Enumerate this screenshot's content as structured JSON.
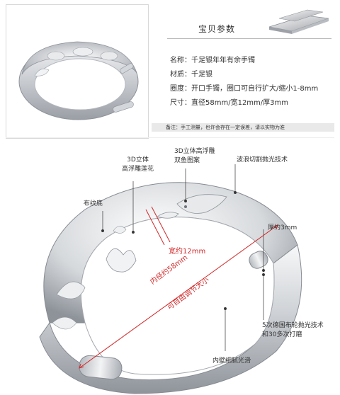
{
  "params": {
    "title": "宝贝参数",
    "specs": [
      {
        "label": "名称：",
        "value": "千足银年年有余手镯"
      },
      {
        "label": "材质：",
        "value": "千足银"
      },
      {
        "label": "圈度：",
        "value": "开口手镯，圈口可自行扩大/缩小1-8mm"
      },
      {
        "label": "尺寸：",
        "value": "直径58mm/宽12mm/厚3mm"
      }
    ],
    "note": "备注：手工测量，也许会存在一定误差，请以实物为准"
  },
  "callouts": {
    "lotus_line1": "3D立体",
    "lotus_line2": "高浮雕莲花",
    "fish_line1": "3D立体高浮雕",
    "fish_line2": "双鱼图案",
    "wave": "波浪切割抛光技术",
    "pattern": "布纹底",
    "thickness": "厚约3mm",
    "polish_line1": "5次德国布轮抛光技术",
    "polish_line2": "和30多次打磨",
    "inner": "内壁细腻光滑"
  },
  "measure": {
    "width": "宽约12mm",
    "diameter": "内径约58mm",
    "adjustable": "可自由调节大小"
  },
  "colors": {
    "accent_red": "#d12a2a",
    "silver": "#c9ccd1",
    "note_bg": "#e9e9e9"
  }
}
